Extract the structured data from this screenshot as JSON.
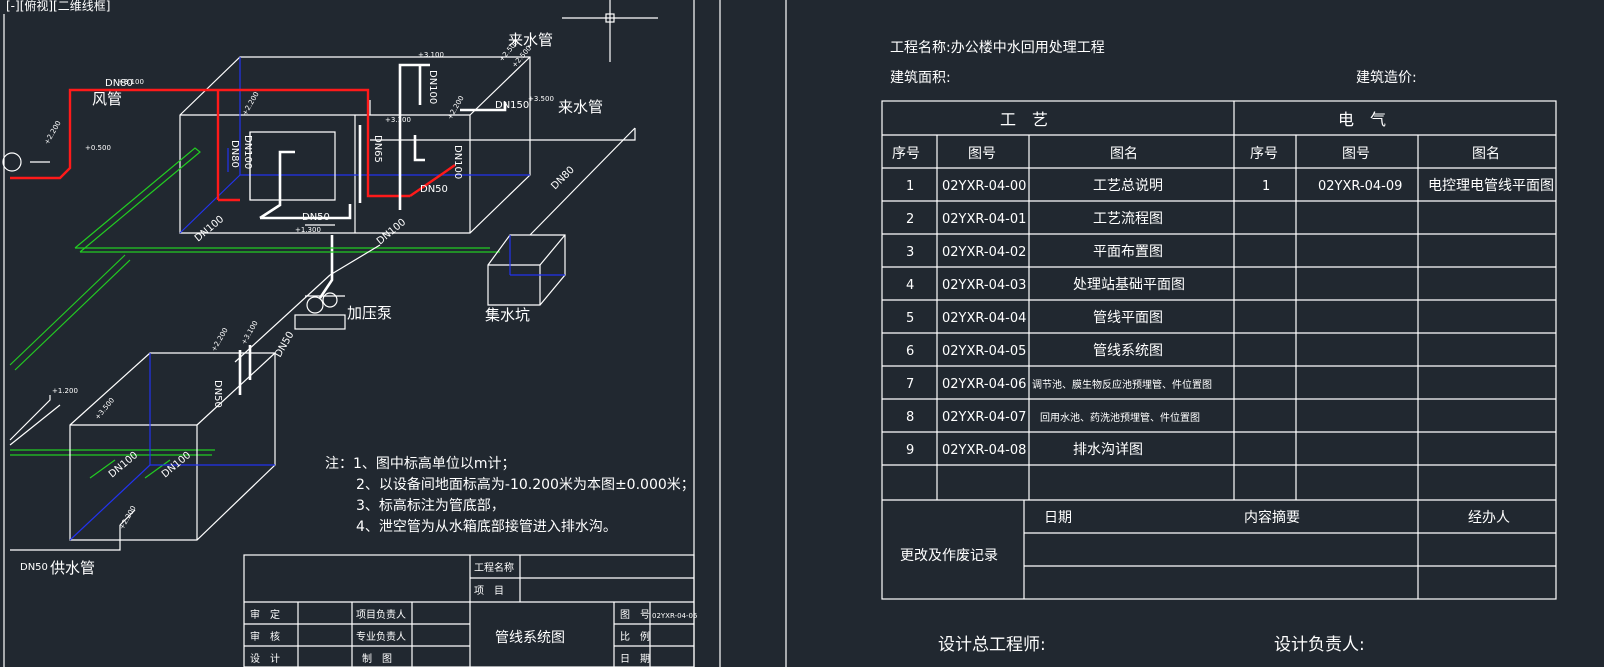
{
  "viewport": {
    "label": "[-][俯视][二维线框]"
  },
  "system_diagram": {
    "labels": {
      "wind_pipe": "风管",
      "inlet_pipe_top": "来水管",
      "inlet_pipe_right": "来水管",
      "booster_pump": "加压泵",
      "sump": "集水坑",
      "supply_pipe": "供水管"
    },
    "pipe_sizes": [
      "DN80",
      "DN50",
      "DN150",
      "DN80",
      "DN100",
      "DN65",
      "DN50",
      "DN100",
      "DN50",
      "DN100",
      "DN100",
      "DN80",
      "DN50",
      "DN100",
      "DN50",
      "DN100",
      "DN100"
    ],
    "elevations": [
      "+3.100",
      "+3.100",
      "+2.500",
      "+2.500",
      "+3.500",
      "+3.500",
      "+2.200",
      "+3.100",
      "+2.200",
      "+1.300",
      "+2.200",
      "+3.100",
      "+1.200",
      "+3.500",
      "+2.200",
      "+3.100",
      "+0.500",
      "+2.200"
    ],
    "notes": [
      "注：1、图中标高单位以m计；",
      "2、以设备间地面标高为-10.200米为本图±0.000米；",
      "3、标高标注为管底部，",
      "4、泄空管为从水箱底部接管进入排水沟。"
    ]
  },
  "title_block": {
    "project_label": "工程名称",
    "item_label": "项　目",
    "review_label": "审　定",
    "check_label": "审　核",
    "design_label": "设　计",
    "project_lead_label": "项目负责人",
    "discipline_lead_label": "专业负责人",
    "drafter_label": "制　图",
    "drawing_title": "管线系统图",
    "drawing_no_label": "图　号",
    "drawing_no_value": "02YXR-04-05",
    "scale_label": "比　例",
    "date_label": "日　期"
  },
  "catalog": {
    "project_name": "工程名称:办公楼中水回用处理工程",
    "building_area": "建筑面积:",
    "building_cost": "建筑造价:",
    "group_process": "工　艺",
    "group_electric": "电　气",
    "col_seq": "序号",
    "col_no": "图号",
    "col_name": "图名",
    "process_rows": [
      {
        "seq": "1",
        "no": "02YXR-04-00",
        "name": "工艺总说明"
      },
      {
        "seq": "2",
        "no": "02YXR-04-01",
        "name": "工艺流程图"
      },
      {
        "seq": "3",
        "no": "02YXR-04-02",
        "name": "平面布置图"
      },
      {
        "seq": "4",
        "no": "02YXR-04-03",
        "name": "处理站基础平面图"
      },
      {
        "seq": "5",
        "no": "02YXR-04-04",
        "name": "管线平面图"
      },
      {
        "seq": "6",
        "no": "02YXR-04-05",
        "name": "管线系统图"
      },
      {
        "seq": "7",
        "no": "02YXR-04-06",
        "name": "调节池、膜生物反应池预埋管、件位置图"
      },
      {
        "seq": "8",
        "no": "02YXR-04-07",
        "name": "回用水池、药洗池预埋管、件位置图"
      },
      {
        "seq": "9",
        "no": "02YXR-04-08",
        "name": "排水沟详图"
      }
    ],
    "electric_rows": [
      {
        "seq": "1",
        "no": "02YXR-04-09",
        "name": "电控理电管线平面图"
      }
    ],
    "revision_label": "更改及作废记录",
    "rev_date": "日期",
    "rev_summary": "内容摘要",
    "rev_handler": "经办人",
    "chief_engineer": "设计总工程师:",
    "design_lead": "设计负责人:"
  },
  "colors": {
    "background": "#212830",
    "line": "#ffffff",
    "red_pipe": "#ff1a1a",
    "green_pipe": "#22cc22",
    "blue_hidden": "#2233ee"
  }
}
